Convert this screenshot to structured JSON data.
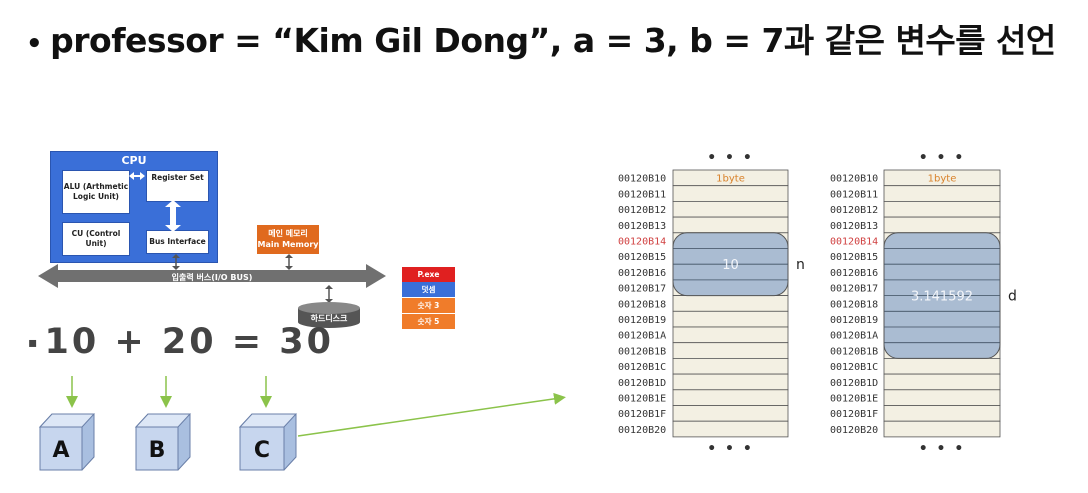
{
  "title": {
    "bullet": "•",
    "text": "professor = “Kim Gil Dong”, a = 3, b = 7과 같은 변수를 선언"
  },
  "cpu_diagram": {
    "cpu_label": "CPU",
    "alu_label": "ALU (Arthmetic Logic Unit)",
    "register_label": "Register Set",
    "cu_label": "CU (Control Unit)",
    "bus_interface_label": "Bus Interface",
    "memory_label_ko": "메인 메모리",
    "memory_label_en": "Main Memory",
    "io_bus_label": "입출력 버스(I/O BUS)",
    "disk_label": "하드디스크",
    "stack": [
      {
        "label": "P.exe",
        "color": "#e02020"
      },
      {
        "label": "덧셈",
        "color": "#3a6fd8"
      },
      {
        "label": "숫자 3",
        "color": "#f07c2a"
      },
      {
        "label": "숫자 5",
        "color": "#f07c2a"
      }
    ]
  },
  "equation": {
    "bullet": "▪",
    "text": "10 + 20 = 30"
  },
  "cubes": [
    "A",
    "B",
    "C"
  ],
  "memory_tables": [
    {
      "addresses": [
        "00120B10",
        "00120B11",
        "00120B12",
        "00120B13",
        "00120B14",
        "00120B15",
        "00120B16",
        "00120B17",
        "00120B18",
        "00120B19",
        "00120B1A",
        "00120B1B",
        "00120B1C",
        "00120B1D",
        "00120B1E",
        "00120B1F",
        "00120B20"
      ],
      "highlighted_address": "00120B14",
      "top_cell_label": "1byte",
      "value": "10",
      "var_name": "n",
      "ellipsis_top": "• • •",
      "ellipsis_bottom": "• • •"
    },
    {
      "addresses": [
        "00120B10",
        "00120B11",
        "00120B12",
        "00120B13",
        "00120B14",
        "00120B15",
        "00120B16",
        "00120B17",
        "00120B18",
        "00120B19",
        "00120B1A",
        "00120B1B",
        "00120B1C",
        "00120B1D",
        "00120B1E",
        "00120B1F",
        "00120B20"
      ],
      "highlighted_address": "00120B14",
      "top_cell_label": "1byte",
      "value": "3.141592",
      "var_name": "d",
      "ellipsis_top": "• • •",
      "ellipsis_bottom": "• • •"
    }
  ],
  "colors": {
    "cpu_blue": "#3a6fd8",
    "memory_orange": "#e06a1e",
    "bus_gray": "#707070",
    "cube_blue": "#c7d6ee",
    "cell_beige": "#f3f0e3",
    "cell_highlight": "#9cb3cf",
    "arrow_green": "#8bc34a",
    "byte_orange": "#d9822b"
  }
}
